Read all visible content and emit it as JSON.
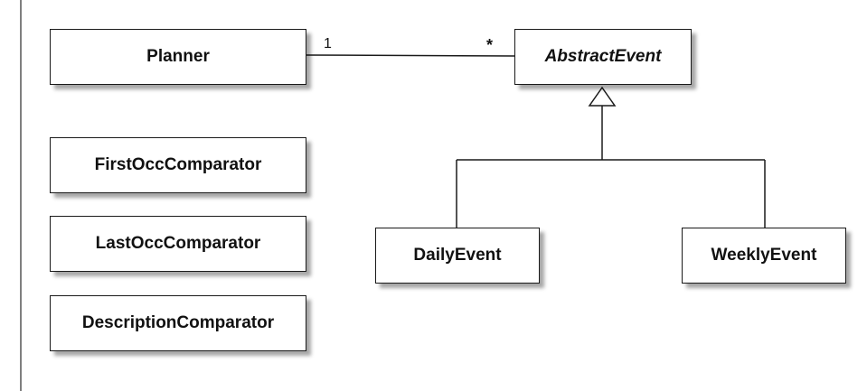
{
  "classes": {
    "planner": "Planner",
    "abstract_event": "AbstractEvent",
    "first_occ_comparator": "FirstOccComparator",
    "last_occ_comparator": "LastOccComparator",
    "description_comparator": "DescriptionComparator",
    "daily_event": "DailyEvent",
    "weekly_event": "WeeklyEvent"
  },
  "association": {
    "planner_multiplicity": "1",
    "event_multiplicity": "*"
  },
  "relationships": [
    {
      "type": "association",
      "from": "Planner",
      "to": "AbstractEvent"
    },
    {
      "type": "generalization",
      "from": "DailyEvent",
      "to": "AbstractEvent"
    },
    {
      "type": "generalization",
      "from": "WeeklyEvent",
      "to": "AbstractEvent"
    }
  ],
  "colors": {
    "line": "#1a1a1a",
    "box_fill": "#ffffff",
    "text": "#111111"
  }
}
